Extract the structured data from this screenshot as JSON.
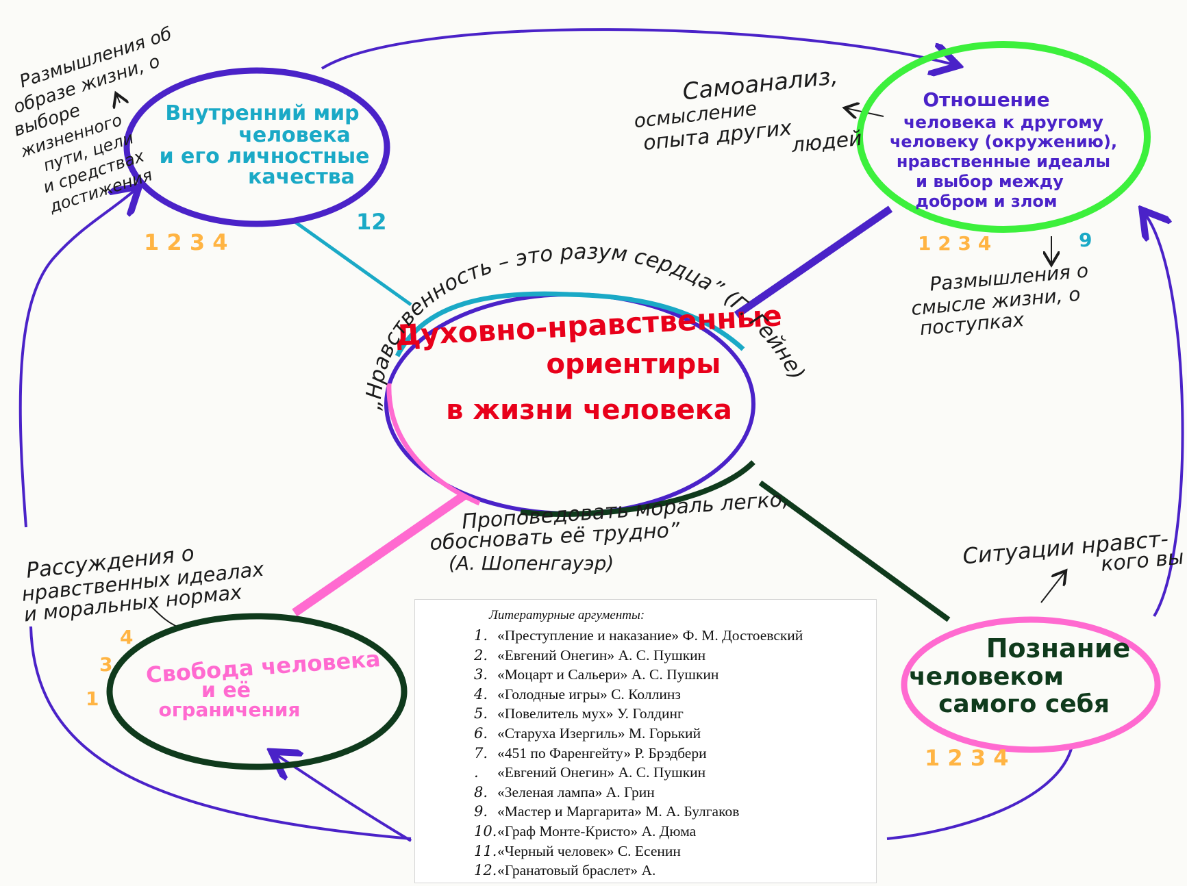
{
  "colors": {
    "paper": "#fbfbf8",
    "violet": "#4a22c8",
    "cyan": "#1aa9c6",
    "green": "#3cf03c",
    "pink": "#ff6ad0",
    "darkgreen": "#0f3a1c",
    "red": "#e8001a",
    "orange": "#ffb443",
    "ink": "#1b1b1b"
  },
  "center": {
    "line1": "Духовно-нравственные",
    "line2": "ориентиры",
    "line3": "в жизни человека"
  },
  "quotes": {
    "heine": "„Нравственность – это разум сердца” (Г. Гейне)",
    "schopenhauer_line1": "Проповедовать мораль легко,",
    "schopenhauer_line2": "обосновать её трудно”",
    "schopenhauer_line3": "(А. Шопенгауэр)"
  },
  "nodes": {
    "inner_world": {
      "lines": [
        "Внутренний мир",
        "человека",
        "и его личностные",
        "качества"
      ],
      "numbers": "1  2  3  4",
      "extra_number": "12",
      "note_lines": [
        "Размышления об",
        "образе жизни, о",
        "выборе",
        "жизненного",
        "пути, цели",
        "и средствах",
        "достижения"
      ]
    },
    "relation": {
      "lines": [
        "Отношение",
        "человека к другому",
        "человеку (окружению),",
        "нравственные идеалы",
        "и выбор между",
        "добром и злом"
      ],
      "numbers": "1  2  3  4",
      "extra_number": "9",
      "note_top_lines": [
        "Самоанализ,",
        "осмысление",
        "опыта других",
        "людей"
      ],
      "note_bottom_lines": [
        "Размышления о",
        "смысле жизни, о",
        "поступках"
      ]
    },
    "freedom": {
      "lines": [
        "Свобода человека",
        "и её",
        "ограничения"
      ],
      "numbers": [
        "1",
        "3",
        "4"
      ],
      "note_lines": [
        "Рассуждения о",
        "нравственных идеалах",
        "и моральных нормах"
      ]
    },
    "self_knowledge": {
      "lines": [
        "Познание",
        "человеком",
        "самого себя"
      ],
      "numbers": "1 2 3 4",
      "note_lines": [
        "Ситуации нравст-",
        "кого вы"
      ]
    }
  },
  "literature": {
    "title": "Литературные аргументы:",
    "items": [
      {
        "num": "1.",
        "text": "«Преступление и наказание» Ф. М. Достоевский"
      },
      {
        "num": "2.",
        "text": "«Евгений Онегин» А. С. Пушкин"
      },
      {
        "num": "3.",
        "text": "«Моцарт и Сальери» А. С. Пушкин"
      },
      {
        "num": "4.",
        "text": "«Голодные игры» С. Коллинз"
      },
      {
        "num": "5.",
        "text": "«Повелитель мух» У. Голдинг"
      },
      {
        "num": "6.",
        "text": "«Старуха Изергиль» М. Горький"
      },
      {
        "num": "7.",
        "text": "«451 по Фаренгейту» Р. Брэдбери"
      },
      {
        "num": ".",
        "text": "«Евгений Онегин» А. С. Пушкин"
      },
      {
        "num": "8.",
        "text": "«Зеленая лампа» А. Грин"
      },
      {
        "num": "9.",
        "text": "«Мастер и Маргарита» М. А. Булгаков"
      },
      {
        "num": "10.",
        "text": "«Граф Монте-Кристо» А. Дюма"
      },
      {
        "num": "11.",
        "text": "«Черный человек» С. Есенин"
      },
      {
        "num": "12.",
        "text": "«Гранатовый          браслет»          А."
      }
    ]
  }
}
